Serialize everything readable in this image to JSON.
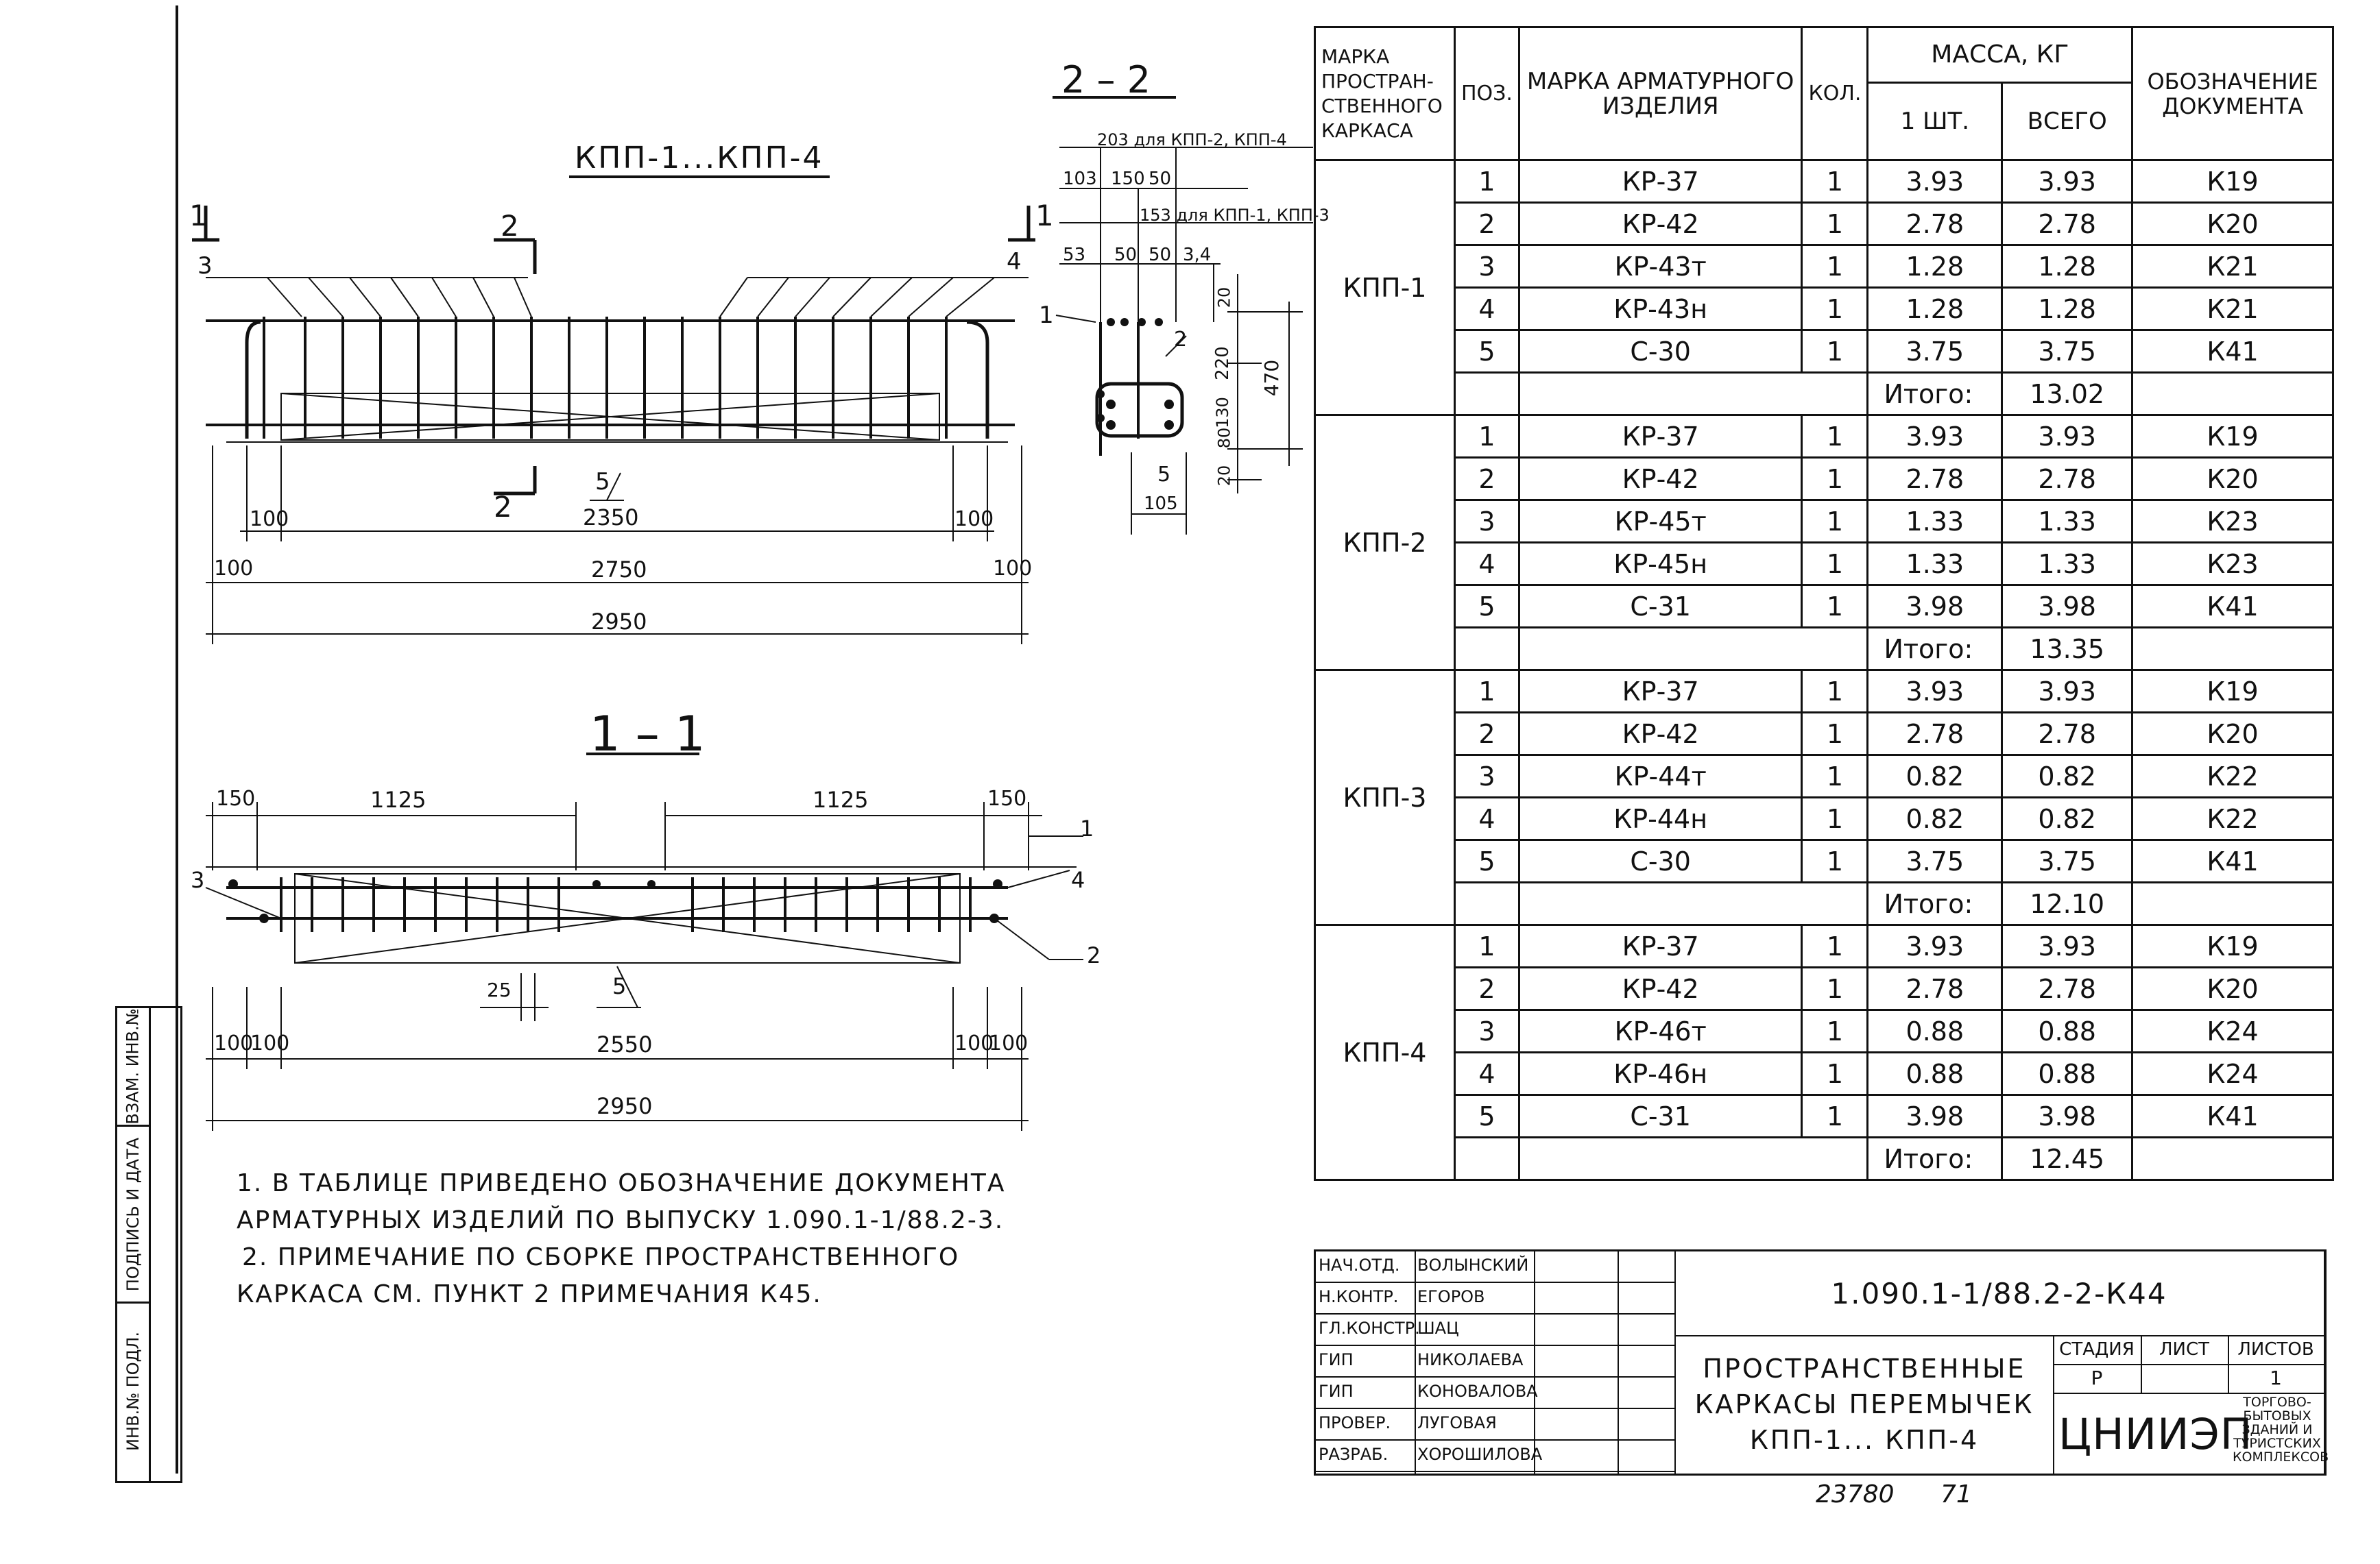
{
  "drawing": {
    "title_main": "КПП-1...КПП-4",
    "section_2": "2 – 2",
    "section_1": "1 – 1",
    "elev_dims": {
      "d100a": "100",
      "d2350": "2350",
      "d100b": "100",
      "d100c": "100",
      "d2750": "2750",
      "d100d": "100",
      "d2950": "2950"
    },
    "elev_labels": {
      "m3": "3",
      "m4": "4",
      "m2a": "2",
      "m2b": "2",
      "m5": "5",
      "m1a": "1",
      "m1b": "1"
    },
    "sec22": {
      "l203": "203 для КПП-2, КПП-4",
      "l103": "103",
      "l150a": "150",
      "l50a": "50",
      "l153": "153 для КПП-1, КПП-3",
      "l53": "53",
      "l50b": "50",
      "l50c": "50",
      "l34": "3,4",
      "v20a": "20",
      "v220": "220",
      "v130": "130",
      "v80": "80",
      "v20b": "20",
      "v470": "470",
      "p1": "1",
      "p2": "2",
      "p5": "5",
      "d105": "105"
    },
    "sec11": {
      "d150a": "150",
      "d1125a": "1125",
      "d1125b": "1125",
      "d150b": "150",
      "d25": "25",
      "d100a": "100",
      "d100b": "100",
      "d2550": "2550",
      "d100c": "100",
      "d100d": "100",
      "d2950": "2950",
      "m1": "1",
      "m2": "2",
      "m3": "3",
      "m4": "4",
      "m5": "5"
    }
  },
  "notes": [
    "1. В ТАБЛИЦЕ ПРИВЕДЕНО ОБОЗНАЧЕНИЕ ДОКУМЕНТА",
    "АРМАТУРНЫХ ИЗДЕЛИЙ ПО ВЫПУСКУ 1.090.1-1/88.2-3.",
    "2. ПРИМЕЧАНИЕ ПО СБОРКЕ ПРОСТРАНСТВЕННОГО",
    "КАРКАСА СМ. ПУНКТ 2 ПРИМЕЧАНИЯ К45."
  ],
  "table": {
    "headers": {
      "frame_mark": "МАРКА ПРОСТРАН- СТВЕННОГО КАРКАСА",
      "pos": "ПОЗ.",
      "item_mark": "МАРКА АРМАТУРНОГО ИЗДЕЛИЯ",
      "qty": "КОЛ.",
      "mass": "МАССА, КГ",
      "mass_one": "1 ШТ.",
      "mass_total": "ВСЕГО",
      "doc": "ОБОЗНАЧЕНИЕ ДОКУМЕНТА"
    },
    "itogo_label": "Итого:",
    "groups": [
      {
        "name": "КПП-1",
        "total": "13.02",
        "rows": [
          {
            "pos": "1",
            "mark": "КР-37",
            "qty": "1",
            "one": "3.93",
            "all": "3.93",
            "doc": "К19"
          },
          {
            "pos": "2",
            "mark": "КР-42",
            "qty": "1",
            "one": "2.78",
            "all": "2.78",
            "doc": "К20"
          },
          {
            "pos": "3",
            "mark": "КР-43т",
            "qty": "1",
            "one": "1.28",
            "all": "1.28",
            "doc": "К21"
          },
          {
            "pos": "4",
            "mark": "КР-43н",
            "qty": "1",
            "one": "1.28",
            "all": "1.28",
            "doc": "К21"
          },
          {
            "pos": "5",
            "mark": "С-30",
            "qty": "1",
            "one": "3.75",
            "all": "3.75",
            "doc": "К41"
          }
        ]
      },
      {
        "name": "КПП-2",
        "total": "13.35",
        "rows": [
          {
            "pos": "1",
            "mark": "КР-37",
            "qty": "1",
            "one": "3.93",
            "all": "3.93",
            "doc": "К19"
          },
          {
            "pos": "2",
            "mark": "КР-42",
            "qty": "1",
            "one": "2.78",
            "all": "2.78",
            "doc": "К20"
          },
          {
            "pos": "3",
            "mark": "КР-45т",
            "qty": "1",
            "one": "1.33",
            "all": "1.33",
            "doc": "К23"
          },
          {
            "pos": "4",
            "mark": "КР-45н",
            "qty": "1",
            "one": "1.33",
            "all": "1.33",
            "doc": "К23"
          },
          {
            "pos": "5",
            "mark": "С-31",
            "qty": "1",
            "one": "3.98",
            "all": "3.98",
            "doc": "К41"
          }
        ]
      },
      {
        "name": "КПП-3",
        "total": "12.10",
        "rows": [
          {
            "pos": "1",
            "mark": "КР-37",
            "qty": "1",
            "one": "3.93",
            "all": "3.93",
            "doc": "К19"
          },
          {
            "pos": "2",
            "mark": "КР-42",
            "qty": "1",
            "one": "2.78",
            "all": "2.78",
            "doc": "К20"
          },
          {
            "pos": "3",
            "mark": "КР-44т",
            "qty": "1",
            "one": "0.82",
            "all": "0.82",
            "doc": "К22"
          },
          {
            "pos": "4",
            "mark": "КР-44н",
            "qty": "1",
            "one": "0.82",
            "all": "0.82",
            "doc": "К22"
          },
          {
            "pos": "5",
            "mark": "С-30",
            "qty": "1",
            "one": "3.75",
            "all": "3.75",
            "doc": "К41"
          }
        ]
      },
      {
        "name": "КПП-4",
        "total": "12.45",
        "rows": [
          {
            "pos": "1",
            "mark": "КР-37",
            "qty": "1",
            "one": "3.93",
            "all": "3.93",
            "doc": "К19"
          },
          {
            "pos": "2",
            "mark": "КР-42",
            "qty": "1",
            "one": "2.78",
            "all": "2.78",
            "doc": "К20"
          },
          {
            "pos": "3",
            "mark": "КР-46т",
            "qty": "1",
            "one": "0.88",
            "all": "0.88",
            "doc": "К24"
          },
          {
            "pos": "4",
            "mark": "КР-46н",
            "qty": "1",
            "one": "0.88",
            "all": "0.88",
            "doc": "К24"
          },
          {
            "pos": "5",
            "mark": "С-31",
            "qty": "1",
            "one": "3.98",
            "all": "3.98",
            "doc": "К41"
          }
        ]
      }
    ]
  },
  "title_block": {
    "code": "1.090.1-1/88.2-2-К44",
    "title_lines": [
      "ПРОСТРАНСТВЕННЫЕ",
      "КАРКАСЫ ПЕРЕМЫЧЕК",
      "КПП-1... КПП-4"
    ],
    "stage_label": "СТАДИЯ",
    "sheet_label": "ЛИСТ",
    "sheets_label": "ЛИСТОВ",
    "stage": "Р",
    "sheets": "1",
    "org": "ЦНИИЭП",
    "org_sub": [
      "ТОРГОВО-",
      "БЫТОВЫХ",
      "ЗДАНИЙ И",
      "ТУРИСТСКИХ",
      "КОМПЛЕКСОВ"
    ],
    "signers": [
      {
        "role": "НАЧ.ОТД.",
        "name": "ВОЛЫНСКИЙ"
      },
      {
        "role": "Н.КОНТР.",
        "name": "ЕГОРОВ"
      },
      {
        "role": "ГЛ.КОНСТР.",
        "name": "ШАЦ"
      },
      {
        "role": "ГИП",
        "name": "НИКОЛАЕВА"
      },
      {
        "role": "ГИП",
        "name": "КОНОВАЛОВА"
      },
      {
        "role": "ПРОВЕР.",
        "name": "ЛУГОВАЯ"
      },
      {
        "role": "РАЗРАБ.",
        "name": "ХОРОШИЛОВА"
      }
    ]
  },
  "side_stamp": [
    "ИНВ.№ ПОДЛ.",
    "ПОДПИСЬ И ДАТА",
    "ВЗАМ. ИНВ.№"
  ],
  "footer": {
    "number": "23780",
    "page": "71"
  }
}
